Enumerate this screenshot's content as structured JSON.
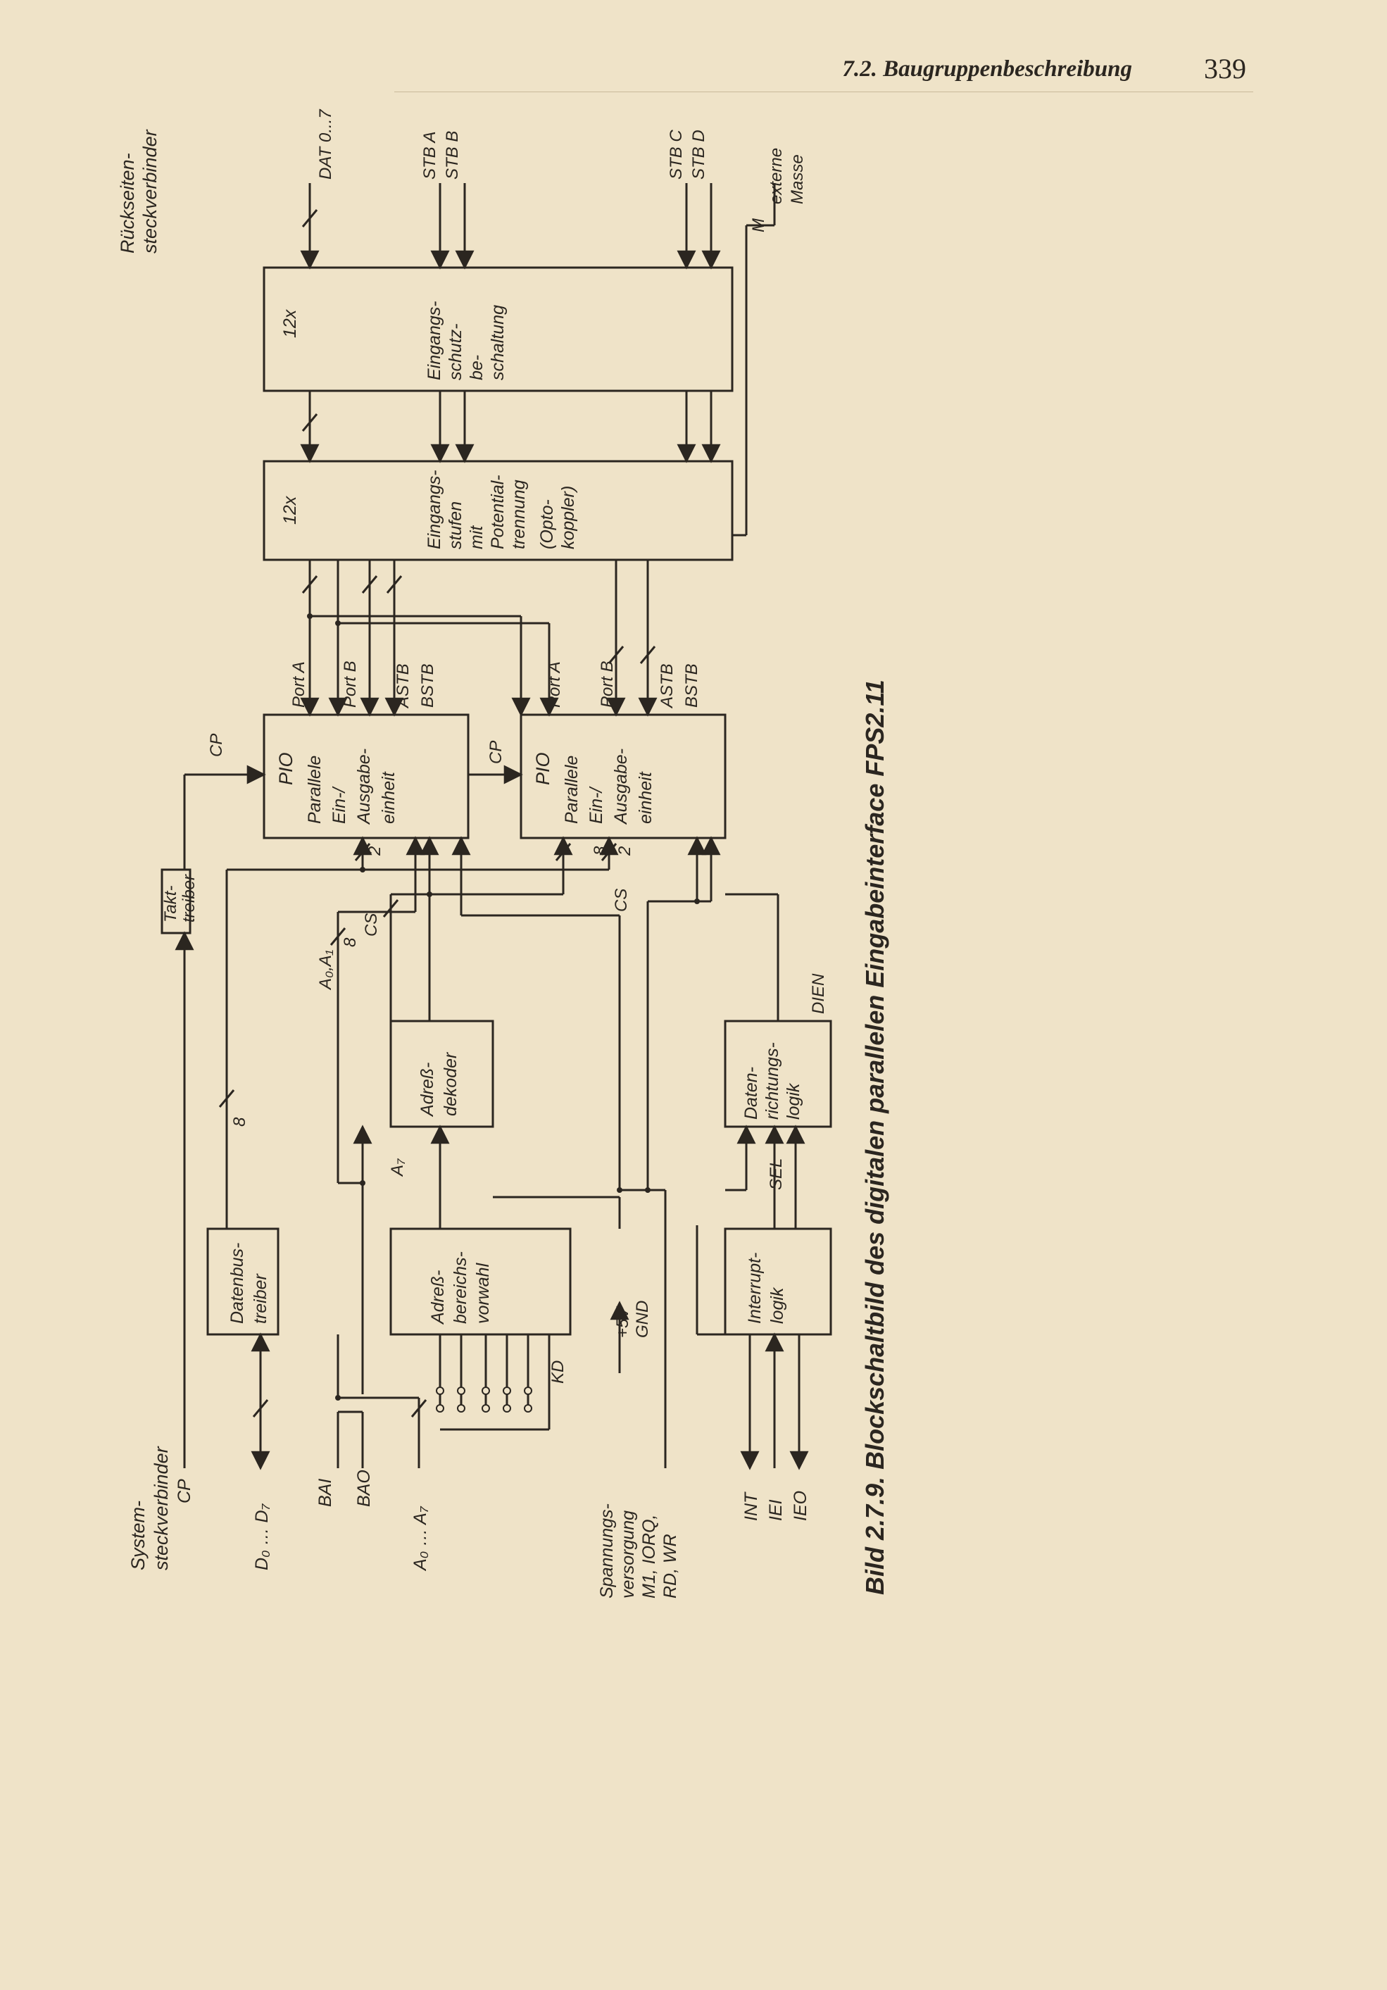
{
  "header": {
    "section": "7.2. Baugruppenbeschreibung",
    "page_number": "339"
  },
  "caption": "Bild 2.7.9. Blockschaltbild des digitalen parallelen Eingabeinterface FPS2.11",
  "left_labels": {
    "system_connector": "System-",
    "system_connector_2": "steckverbinder",
    "cp": "CP",
    "d_bus": "D₀ … D₇",
    "bai": "BAI",
    "bao": "BAO",
    "a_bus": "A₀ … A₇",
    "power": "Spannungs-",
    "power_2": "versorgung",
    "ctrl1": "M1, IORQ,",
    "ctrl2": "RD, WR",
    "int": "INT",
    "iei": "IEI",
    "ieo": "IEO"
  },
  "blocks": {
    "takttreiber": [
      "Takt-",
      "treiber"
    ],
    "datenbustreiber": [
      "Datenbus-",
      "treiber"
    ],
    "adressvorwahl": [
      "Adreß-",
      "bereichs-",
      "vorwahl"
    ],
    "adressdekoder": [
      "Adreß-",
      "dekoder"
    ],
    "interrupt": [
      "Interrupt-",
      "logik"
    ],
    "datenrichtung": [
      "Daten-",
      "richtungs-",
      "logik"
    ],
    "pio": [
      "PIO",
      "Parallele",
      "Ein-/",
      "Ausgabe-",
      "einheit"
    ],
    "eingangsstufen": [
      "12x",
      "Eingangs-",
      "stufen",
      "mit",
      "Potential-",
      "trennung",
      "(Opto-",
      "koppler)"
    ],
    "schutz": [
      "12x",
      "Eingangs-",
      "schutz-",
      "be-",
      "schaltung"
    ]
  },
  "signals": {
    "power_plus": "+5V",
    "power_gnd": "GND",
    "kd": "KD",
    "a7": "A₇",
    "a0a1": "A₀,A₁",
    "cs": "CS",
    "eight": "8",
    "two": "2",
    "cp": "CP",
    "sel": "SEL",
    "dien": "DIEN",
    "port_a": "Port A",
    "port_b": "Port B",
    "astb": "ASTB",
    "bstb": "BSTB",
    "rear_connector": "Rückseiten-",
    "rear_connector_2": "steckverbinder",
    "dat": "DAT 0...7",
    "stb_a": "STB A",
    "stb_b": "STB B",
    "stb_c": "STB C",
    "stb_d": "STB D",
    "m": "M",
    "ext": "externe",
    "masse": "Masse"
  }
}
